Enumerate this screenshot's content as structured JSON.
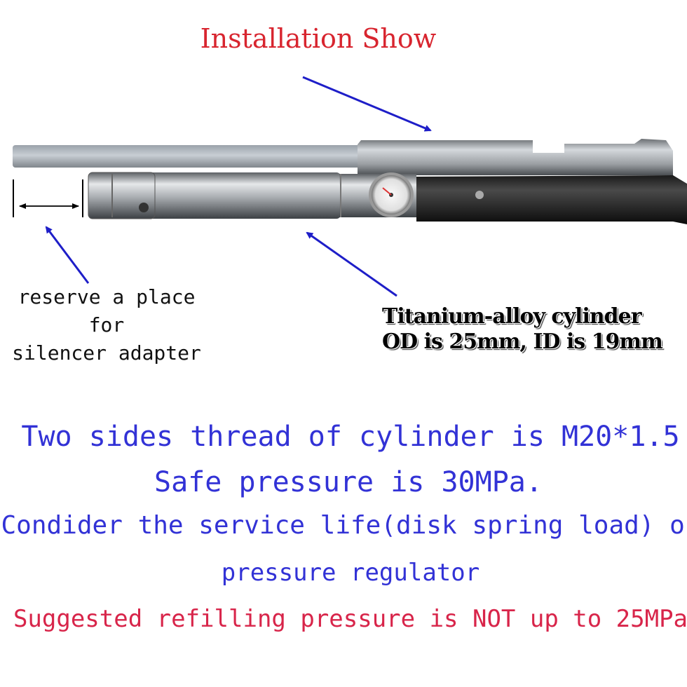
{
  "title": "Installation Show",
  "reserve_note": {
    "line1": "reserve a place",
    "line2": "for",
    "line3": "silencer adapter"
  },
  "cylinder_note": {
    "line1": "Titanium-alloy cylinder",
    "line2": "OD is 25mm, ID is 19mm"
  },
  "specs": {
    "thread": "Two sides thread of cylinder is M20*1.5",
    "safe_pressure": "Safe pressure is 30MPa.",
    "service_life": "Condider the service life(disk spring load) of",
    "regulator": "pressure regulator",
    "refill": "Suggested refilling pressure is NOT up to 25MPa"
  },
  "colors": {
    "title": "#d8252f",
    "spec_text": "#3232d6",
    "warning_text": "#d8254a",
    "arrow": "#1e1ec8"
  }
}
